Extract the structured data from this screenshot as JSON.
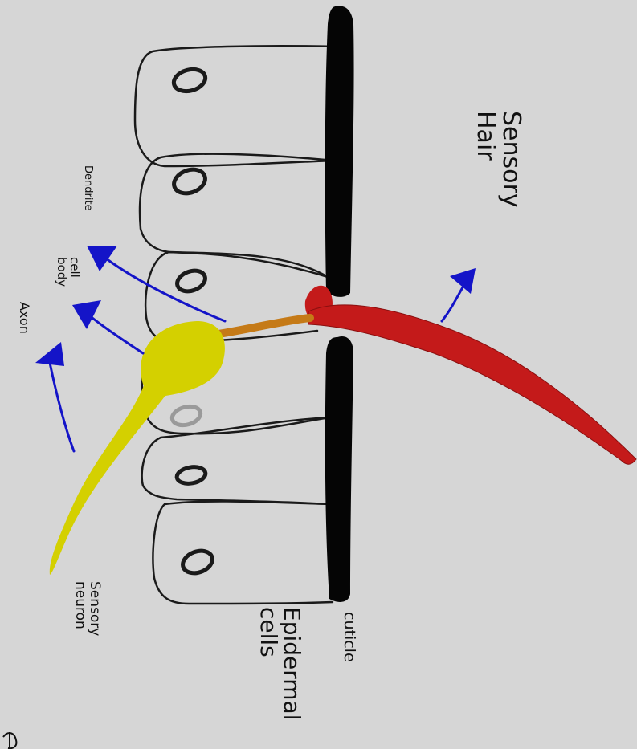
{
  "colors": {
    "background": "#d6d6d6",
    "outline": "#1a1a1a",
    "cuticle": "#050505",
    "hair": "#c41a1a",
    "dendrite": "#c57a17",
    "neuron": "#d4d000",
    "arrow": "#1414c8"
  },
  "labels": {
    "sensory_hair": "Sensory\nHair",
    "dendrite": "Dendrite",
    "cell_body": "cell\nbody",
    "axon": "Axon",
    "sensory_neuron": "Sensory\nneuron",
    "cuticle": "cuticle",
    "epidermal_cells": "Epidermal\ncells"
  }
}
